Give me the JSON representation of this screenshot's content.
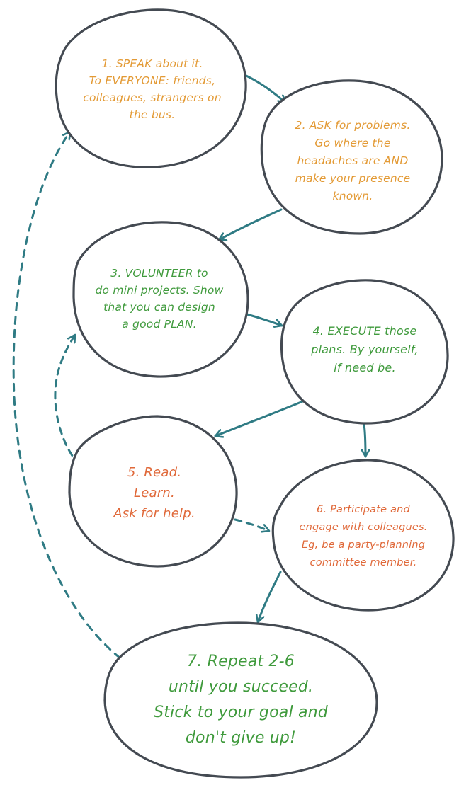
{
  "colors": {
    "outline": "#444a52",
    "arrow": "#2f7b84",
    "orange": "#e39a35",
    "green": "#3f9a3c",
    "red": "#e0693a"
  },
  "steps": [
    {
      "id": "1",
      "color": "orange",
      "lines": [
        "1. SPEAK about it.",
        "To EVERYONE: friends,",
        "colleagues, strangers on",
        "the bus."
      ]
    },
    {
      "id": "2",
      "color": "orange",
      "lines": [
        "2. ASK for problems.",
        "Go where the",
        "headaches are AND",
        "make your presence",
        "known."
      ]
    },
    {
      "id": "3",
      "color": "green",
      "lines": [
        "3. VOLUNTEER to",
        "do mini projects. Show",
        "that you can design",
        "a good PLAN."
      ]
    },
    {
      "id": "4",
      "color": "green",
      "lines": [
        "4. EXECUTE those",
        "plans. By yourself,",
        "if need be."
      ]
    },
    {
      "id": "5",
      "color": "red",
      "lines": [
        "5. Read.",
        "Learn.",
        "Ask for help."
      ]
    },
    {
      "id": "6",
      "color": "red",
      "lines": [
        "6. Participate and",
        "engage with colleagues.",
        "Eg, be a party-planning",
        "committee member."
      ]
    },
    {
      "id": "7",
      "color": "green",
      "lines": [
        "7. Repeat 2-6",
        "until you succeed.",
        "Stick to your goal and",
        "don't give up!"
      ]
    }
  ],
  "edges": [
    {
      "from": "1",
      "to": "2",
      "style": "solid"
    },
    {
      "from": "2",
      "to": "3",
      "style": "solid"
    },
    {
      "from": "3",
      "to": "4",
      "style": "solid"
    },
    {
      "from": "4",
      "to": "5",
      "style": "solid"
    },
    {
      "from": "4",
      "to": "6",
      "style": "solid"
    },
    {
      "from": "5",
      "to": "3",
      "style": "dashed"
    },
    {
      "from": "5",
      "to": "6",
      "style": "dashed"
    },
    {
      "from": "6",
      "to": "7",
      "style": "solid"
    },
    {
      "from": "7",
      "to": "1",
      "style": "dashed"
    }
  ]
}
